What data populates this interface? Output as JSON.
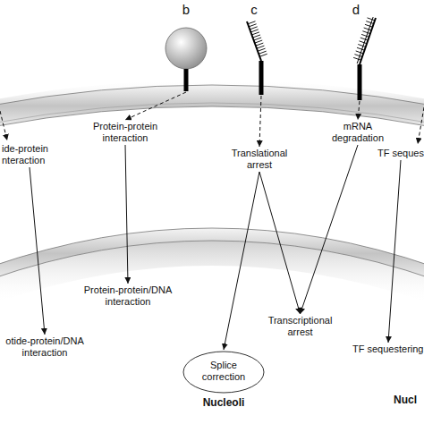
{
  "diagram": {
    "nodes": [
      {
        "text": [
          "b"
        ]
      },
      {
        "text": [
          "c"
        ]
      },
      {
        "text": [
          "d"
        ]
      },
      {
        "text": [
          "ide-protein nteraction"
        ]
      },
      {
        "text": [
          "Protein-protein interaction"
        ]
      },
      {
        "text": [
          "Translational arrest"
        ]
      },
      {
        "text": [
          "mRNA degradation"
        ]
      },
      {
        "text": [
          "TF seques"
        ]
      },
      {
        "text": [
          "Protein-protein/DNA interaction"
        ]
      },
      {
        "text": [
          "Transcriptional arrest"
        ]
      },
      {
        "text": [
          "otide-protein/DNA interaction"
        ]
      },
      {
        "text": [
          "Splice correction",
          "Nucleoli"
        ]
      },
      {
        "text": [
          "TF sequestering"
        ]
      }
    ],
    "edges": [
      {
        "from": 0,
        "to": 4,
        "arrow": "to"
      },
      {
        "from": 1,
        "to": 5,
        "arrow": "to"
      },
      {
        "from": 2,
        "to": 6,
        "arrow": "to"
      },
      {
        "from": 3,
        "to": 10,
        "arrow": "to"
      },
      {
        "from": 4,
        "to": 8,
        "arrow": "to"
      },
      {
        "from": 5,
        "to": 11,
        "arrow": "to"
      },
      {
        "from": 5,
        "to": 9,
        "arrow": "to"
      },
      {
        "from": 6,
        "to": 9,
        "arrow": "to"
      },
      {
        "from": 7,
        "to": 12,
        "arrow": "to"
      }
    ],
    "labels": [
      "Nucl"
    ]
  }
}
